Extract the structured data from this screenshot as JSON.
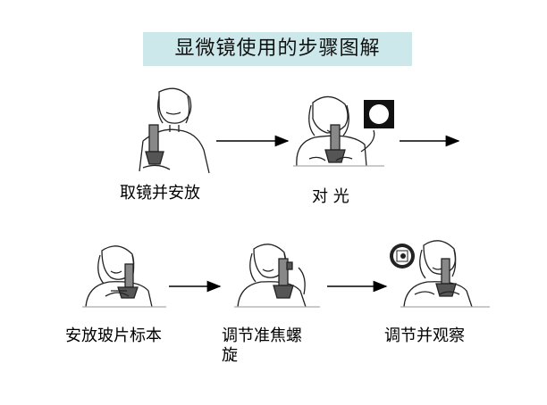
{
  "title": "显微镜使用的步骤图解",
  "steps": [
    {
      "label": "取镜并安放"
    },
    {
      "label": "对 光"
    },
    {
      "label": "安放玻片标本"
    },
    {
      "label": "调节准焦螺\n旋"
    },
    {
      "label": "调节并观察"
    }
  ]
}
